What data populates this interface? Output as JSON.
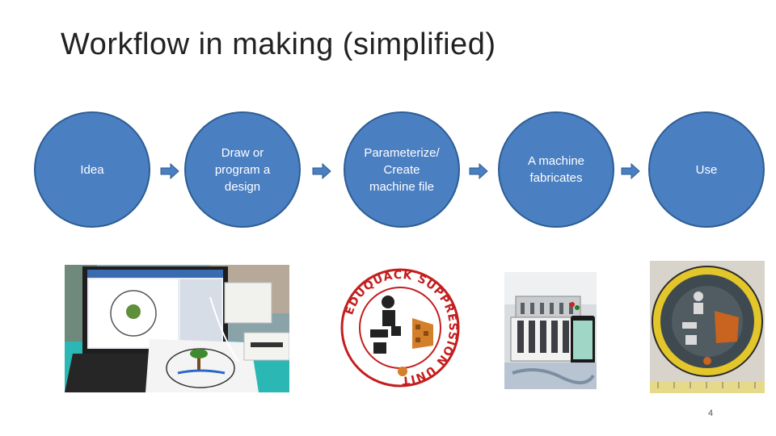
{
  "slide": {
    "title": "Workflow in making (simplified)",
    "page_number": "4"
  },
  "steps": [
    {
      "label": "Idea"
    },
    {
      "label": "Draw or program a design"
    },
    {
      "label": "Parameterize/ Create machine file"
    },
    {
      "label": "A machine fabricates"
    },
    {
      "label": "Use"
    }
  ],
  "badge": {
    "ring_text": "EDUQUACK SUPPRESSION UNIT"
  },
  "colors": {
    "circle_fill": "#4a7fc2",
    "circle_border": "#2d5d93",
    "arrow_fill": "#4a7fc2"
  },
  "icons": [
    "right-arrow-icon"
  ]
}
